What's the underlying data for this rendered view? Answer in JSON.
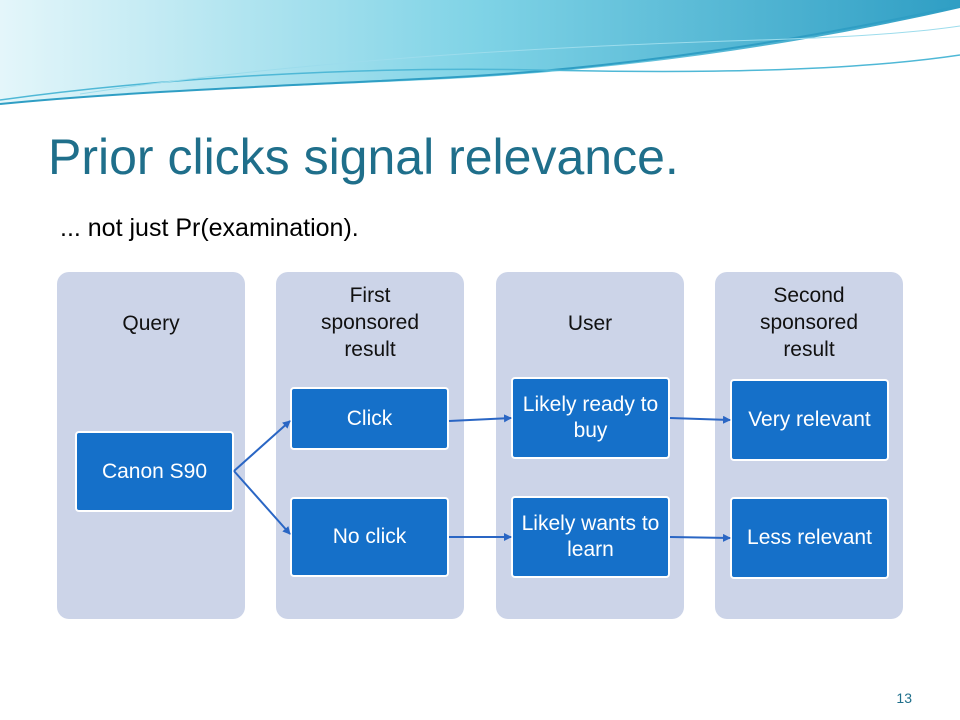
{
  "slide": {
    "title": "Prior clicks signal relevance.",
    "subtitle": "... not just Pr(examination).",
    "page_number": "13"
  },
  "columns": [
    {
      "heading": "Query"
    },
    {
      "heading": "First sponsored result"
    },
    {
      "heading": "User"
    },
    {
      "heading": "Second sponsored result"
    }
  ],
  "nodes": {
    "query": "Canon S90",
    "click": "Click",
    "no_click": "No click",
    "ready_to_buy": "Likely ready to buy",
    "wants_to_learn": "Likely wants to learn",
    "very_relevant": "Very relevant",
    "less_relevant": "Less relevant"
  },
  "colors": {
    "title": "#1f6f8b",
    "column_bg": "#ccd4e8",
    "node_bg": "#1570c9",
    "arrow": "#2a66c4"
  }
}
